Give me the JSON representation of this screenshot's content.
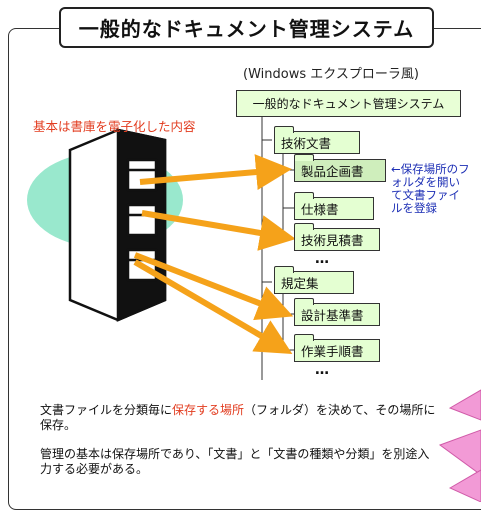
{
  "title": "一般的なドキュメント管理システム",
  "caption": "(Windows エクスプローラ風)",
  "red_note": "基本は書庫を電子化した内容",
  "root": "一般的なドキュメント管理システム",
  "folders": {
    "f1": "技術文書",
    "f2": "製品企画書",
    "f3": "仕様書",
    "f4": "技術見積書",
    "f5": "規定集",
    "f6": "設計基準書",
    "f7": "作業手順書"
  },
  "dots": "…",
  "blue_note": "←保存場所のフォルダを開いて文書ファイルを登録",
  "para1": {
    "a": "文書ファイルを分類毎に",
    "b": "保存する場所",
    "c": "（フォルダ）を決めて、その場所に保存。"
  },
  "para2": "管理の基本は保存場所であり、「文書」と「文書の種類や分類」を別途入力する必要がある。",
  "colors": {
    "accent_red": "#e23c1f",
    "note_blue": "#1d2fb5",
    "folder_green": "#e4ffd2",
    "arrow_orange": "#f5a21a",
    "ellipse_teal": "#8ee6c8",
    "callout_pink": "#f29ad6"
  }
}
